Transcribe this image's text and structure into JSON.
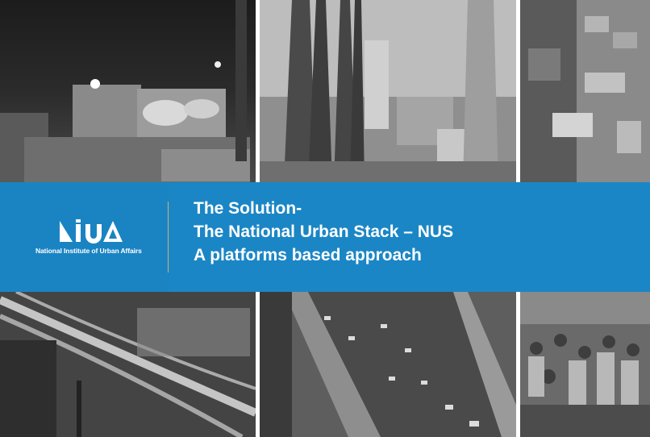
{
  "banner": {
    "title_lines": [
      "The Solution-",
      "The National Urban Stack – NUS",
      "A platforms based approach"
    ]
  },
  "logo": {
    "caption": "National Institute of Urban Affairs"
  },
  "photos": [
    {
      "icon": "night-city-street-photo"
    },
    {
      "icon": "bridge-cables-skyline-photo"
    },
    {
      "icon": "old-buildings-photo"
    },
    {
      "icon": "traffic-light-trails-photo"
    },
    {
      "icon": "flyover-highway-photo"
    },
    {
      "icon": "crowd-market-photo"
    }
  ],
  "colors": {
    "banner": "#1b86c5",
    "divider": "#c9b27a",
    "text": "#ffffff"
  }
}
